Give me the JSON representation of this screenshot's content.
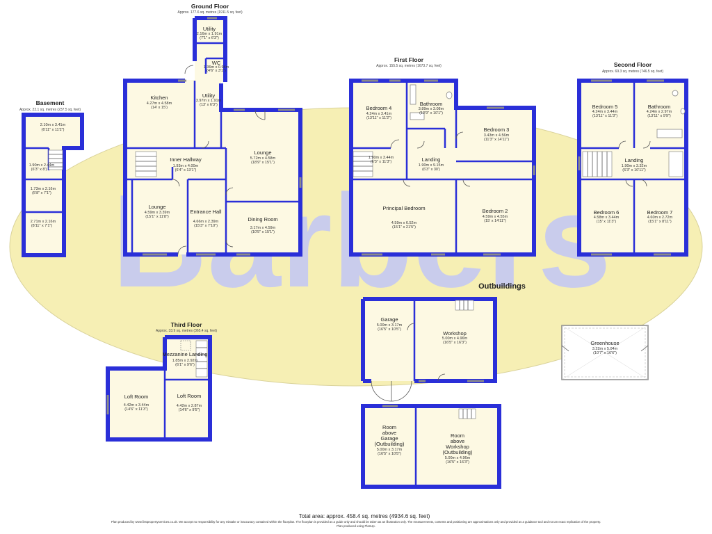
{
  "watermark": {
    "text": "Barbers",
    "ellipse_color": "#f6efb4",
    "text_color": "#c9ccec"
  },
  "wall_color": "#2a2fd8",
  "floors": {
    "basement": {
      "title": "Basement",
      "area": "Approx. 22.1 sq. metres (237.5 sq. feet)"
    },
    "ground": {
      "title": "Ground Floor",
      "area": "Approx. 177.6 sq. metres (1911.5 sq. feet)"
    },
    "first": {
      "title": "First Floor",
      "area": "Approx. 155.5 sq. metres (1673.7 sq. feet)"
    },
    "second": {
      "title": "Second Floor",
      "area": "Approx. 69.3 sq. metres (746.5 sq. feet)"
    },
    "third": {
      "title": "Third Floor",
      "area": "Approx. 33.9 sq. metres (365.4 sq. feet)"
    },
    "outbuildings": {
      "title": "Outbuildings"
    }
  },
  "rooms": {
    "basement_1": {
      "dims": "2.10m x 3.41m",
      "imperial": "(6'11\" x 11'2\")"
    },
    "basement_2": {
      "dims": "1.90m x 2.44m",
      "imperial": "(6'3\" x 8')"
    },
    "basement_3": {
      "dims": "1.73m x 2.16m",
      "imperial": "(5'8\" x 7'1\")"
    },
    "basement_4": {
      "dims": "2.71m x 2.16m",
      "imperial": "(8'11\" x 7'1\")"
    },
    "utility_top": {
      "name": "Utility",
      "dims": "2.16m x 1.91m",
      "imperial": "(7'1\" x 6'3\")"
    },
    "wc": {
      "name": "WC",
      "dims": "1.36m x 0.94m",
      "imperial": "(4'6\" x 3'1\")"
    },
    "kitchen": {
      "name": "Kitchen",
      "dims": "4.27m x 4.58m",
      "imperial": "(14' x 15')"
    },
    "utility": {
      "name": "Utility",
      "dims": "3.97m x 1.91m",
      "imperial": "(13' x 6'3\")"
    },
    "inner_hallway": {
      "name": "Inner Hallway",
      "dims": "1.93m x 4.00m",
      "imperial": "(6'4\" x 13'1\")"
    },
    "lounge_ground": {
      "name": "Lounge",
      "dims": "5.72m x 4.58m",
      "imperial": "(18'9\" x 15'1\")"
    },
    "lounge_small": {
      "name": "Lounge",
      "dims": "4.59m x 3.39m",
      "imperial": "(15'1\" x 11'8\")"
    },
    "entrance_hall": {
      "name": "Entrance Hall",
      "dims": "4.66m x 2.39m",
      "imperial": "(15'3\" x 7'10\")"
    },
    "dining_room": {
      "name": "Dining Room",
      "dims": "3.17m x 4.59m",
      "imperial": "(10'5\" x 15'1\")"
    },
    "bedroom_4": {
      "name": "Bedroom 4",
      "dims": "4.24m x 3.41m",
      "imperial": "(13'11\" x 11'2\")"
    },
    "bathroom_first": {
      "name": "Bathroom",
      "dims": "3.89m x 3.08m",
      "imperial": "(12'9\" x 10'1\")"
    },
    "bedroom_3": {
      "name": "Bedroom 3",
      "dims": "3.43m x 4.56m",
      "imperial": "(11'3\" x 14'11\")"
    },
    "landing_first_small": {
      "dims": "1.90m x 3.44m",
      "imperial": "(6'3\" x 11'3\")"
    },
    "landing_first": {
      "name": "Landing",
      "dims": "1.90m x 9.15m",
      "imperial": "(6'3\" x 30')"
    },
    "principal_bedroom": {
      "name": "Principal Bedroom",
      "dims": "4.59m x 6.52m",
      "imperial": "(15'1\" x 21'5\")"
    },
    "bedroom_2": {
      "name": "Bedroom 2",
      "dims": "4.59m x 4.55m",
      "imperial": "(15' x 14'11\")"
    },
    "bedroom_5": {
      "name": "Bedroom 5",
      "dims": "4.24m x 3.44m",
      "imperial": "(13'11\" x 11'3\")"
    },
    "bathroom_second": {
      "name": "Bathroom",
      "dims": "4.24m x 2.97m",
      "imperial": "(13'11\" x 9'9\")"
    },
    "landing_second": {
      "name": "Landing",
      "dims": "1.90m x 3.32m",
      "imperial": "(6'3\" x 10'11\")"
    },
    "bedroom_6": {
      "name": "Bedroom 6",
      "dims": "4.58m x 3.44m",
      "imperial": "(15' x 11'3\")"
    },
    "bedroom_7": {
      "name": "Bedroom 7",
      "dims": "4.60m x 2.72m",
      "imperial": "(15'1\" x 8'11\")"
    },
    "mezzanine": {
      "name": "Mezzanine Landing",
      "dims": "1.85m x 2.92m",
      "imperial": "(6'1\" x 9'6\")"
    },
    "loft_left": {
      "name": "Loft Room",
      "dims": "4.42m x 3.44m",
      "imperial": "(14'6\" x 11'3\")"
    },
    "loft_right": {
      "name": "Loft Room",
      "dims": "4.42m x 2.87m",
      "imperial": "(14'6\" x 9'5\")"
    },
    "garage": {
      "name": "Garage",
      "dims": "5.00m x 3.17m",
      "imperial": "(16'5\" x 10'5\")"
    },
    "workshop": {
      "name": "Workshop",
      "dims": "5.00m x 4.96m",
      "imperial": "(16'5\" x 16'3\")"
    },
    "above_garage": {
      "name1": "Room",
      "name2": "above",
      "name3": "Garage",
      "name4": "(Outbuilding)",
      "dims": "5.00m x 3.17m",
      "imperial": "(16'5\" x 10'5\")"
    },
    "above_workshop": {
      "name1": "Room",
      "name2": "above",
      "name3": "Workshop",
      "name4": "(Outbuilding)",
      "dims": "5.00m x 4.96m",
      "imperial": "(16'5\" x 16'3\")"
    },
    "greenhouse": {
      "name": "Greenhouse",
      "dims": "3.22m x 5.04m",
      "imperial": "(10'7\" x 16'6\")"
    }
  },
  "footer": {
    "total": "Total area: approx. 458.4 sq. metres (4934.6 sq. feet)",
    "disclaimer": "Plan produced by www.firstpropertyservices.co.uk. We accept no responsibility for any mistake or inaccuracy contained within the floorplan. The floorplan is provided as a guide only and should be taken as an illustration only. The measurements, contents and positioning are approximations only and provided as a guidance tool and not an exact replication of the property.",
    "produced": "Plan produced using PlanUp."
  }
}
